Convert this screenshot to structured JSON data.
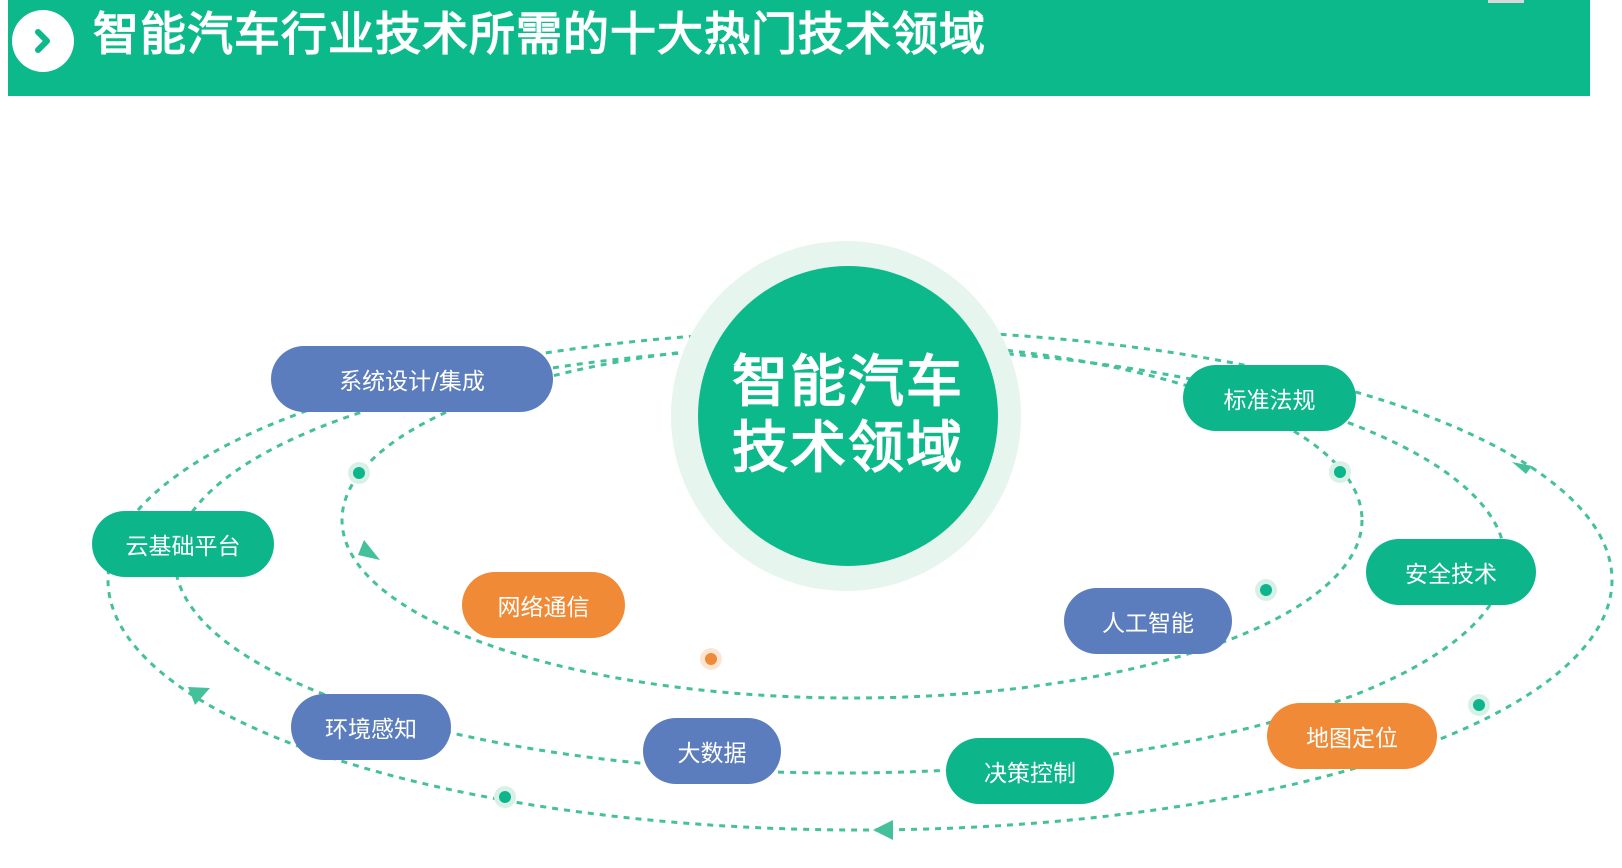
{
  "header": {
    "title": "智能汽车行业技术所需的十大热门技术领域",
    "bar_color": "#0cb98a",
    "badge_icon": "chevron-right-icon"
  },
  "center": {
    "label": "智能汽车\n技术领域"
  },
  "colors": {
    "blue": "#5b7dbe",
    "green": "#0db58b",
    "orange": "#f08a36",
    "dash": "#44c09a"
  },
  "nodes": [
    {
      "label": "系统设计/集成",
      "color": "blue"
    },
    {
      "label": "标准法规",
      "color": "green"
    },
    {
      "label": "云基础平台",
      "color": "green"
    },
    {
      "label": "安全技术",
      "color": "green"
    },
    {
      "label": "网络通信",
      "color": "orange"
    },
    {
      "label": "人工智能",
      "color": "blue"
    },
    {
      "label": "环境感知",
      "color": "blue"
    },
    {
      "label": "大数据",
      "color": "blue"
    },
    {
      "label": "决策控制",
      "color": "green"
    },
    {
      "label": "地图定位",
      "color": "orange"
    }
  ]
}
